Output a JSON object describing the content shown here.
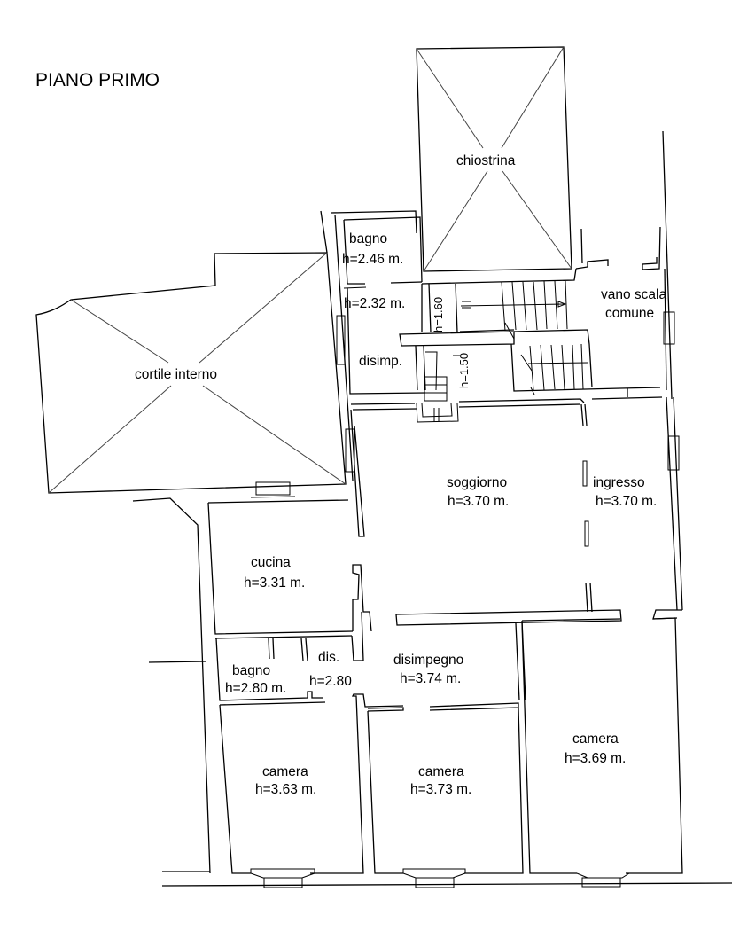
{
  "title": "PIANO PRIMO",
  "colors": {
    "background": "#ffffff",
    "ink": "#000000"
  },
  "areas": {
    "chiostrina": {
      "name": "chiostrina"
    },
    "cortile": {
      "name": "cortile interno"
    },
    "vano_scala": {
      "name_line1": "vano scala",
      "name_line2": "comune"
    }
  },
  "rooms": {
    "bagno_top": {
      "name": "bagno",
      "height": "h=2.46 m."
    },
    "corridor_top": {
      "height": "h=2.32 m."
    },
    "disimp_top": {
      "name": "disimp."
    },
    "stair_h160": {
      "height": "h=1.60"
    },
    "stair_h150": {
      "height": "h=1.50"
    },
    "soggiorno": {
      "name": "soggiorno",
      "height": "h=3.70 m."
    },
    "ingresso": {
      "name": "ingresso",
      "height": "h=3.70 m."
    },
    "cucina": {
      "name": "cucina",
      "height": "h=3.31 m."
    },
    "bagno_bottom": {
      "name": "bagno",
      "height": "h=2.80 m."
    },
    "dis": {
      "name": "dis.",
      "height": "h=2.80"
    },
    "disimpegno": {
      "name": "disimpegno",
      "height": "h=3.74 m."
    },
    "camera_left": {
      "name": "camera",
      "height": "h=3.63 m."
    },
    "camera_mid": {
      "name": "camera",
      "height": "h=3.73 m."
    },
    "camera_right": {
      "name": "camera",
      "height": "h=3.69 m."
    }
  }
}
